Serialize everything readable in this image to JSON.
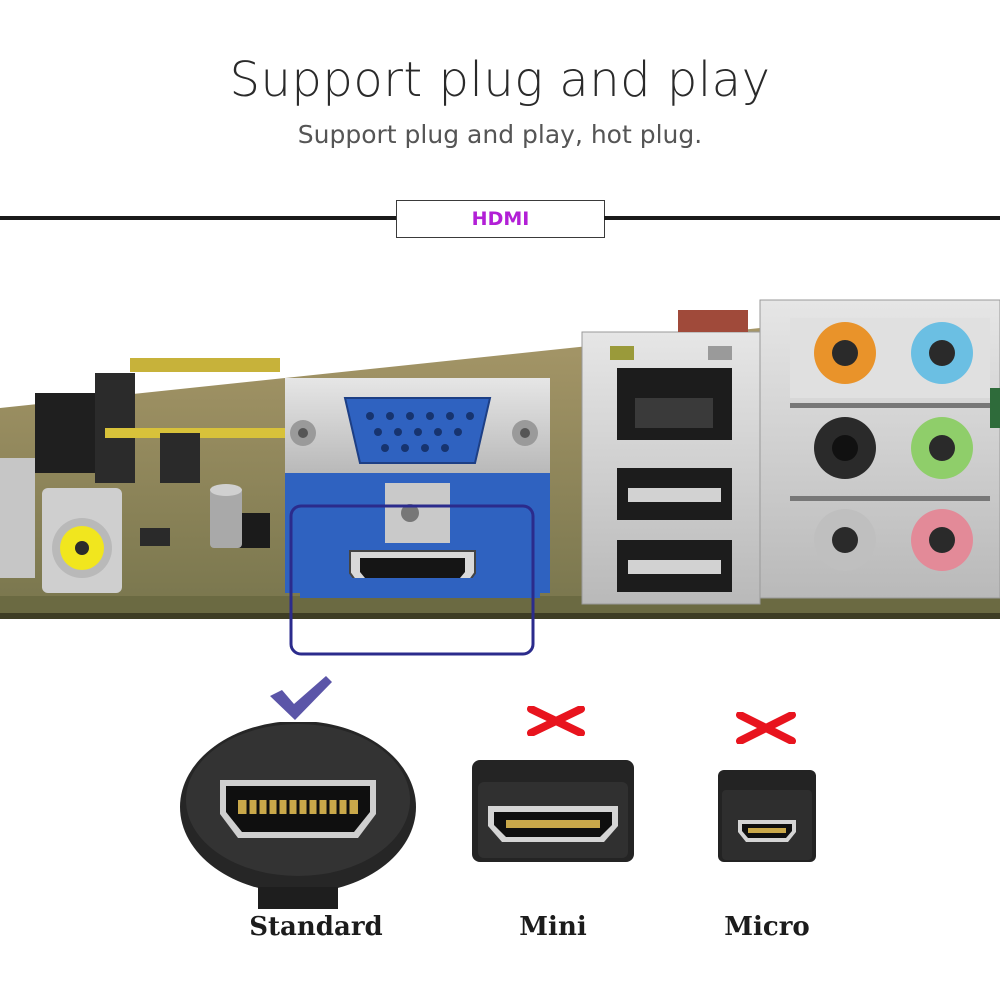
{
  "header": {
    "title": "Support plug and play",
    "subtitle": "Support plug and play, hot plug."
  },
  "section": {
    "tag": "HDMI",
    "tag_color": "#b21fd6"
  },
  "photo": {
    "highlight_color": "#2b2b8c"
  },
  "connectors": [
    {
      "label": "Standard",
      "status": "supported",
      "mark_icon": "check-icon",
      "mark_color": "#5b55a8"
    },
    {
      "label": "Mini",
      "status": "not-supported",
      "mark_icon": "cross-icon",
      "mark_color": "#e8141e"
    },
    {
      "label": "Micro",
      "status": "not-supported",
      "mark_icon": "cross-icon",
      "mark_color": "#e8141e"
    }
  ]
}
